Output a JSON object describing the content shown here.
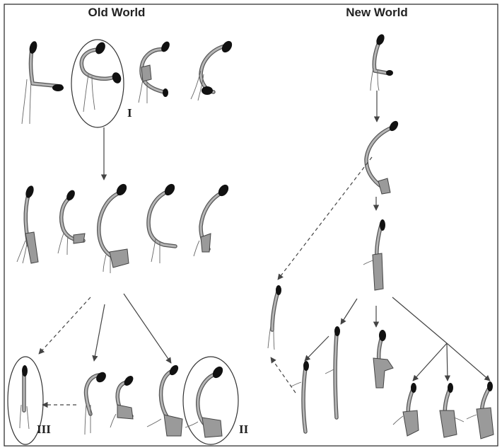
{
  "headers": {
    "left": "Old World",
    "right": "New World"
  },
  "markers": {
    "first": "I",
    "second": "II",
    "third": "III"
  },
  "colors": {
    "structure_fill": "#9a9a9a",
    "tip": "#111111",
    "line": "#444444"
  }
}
